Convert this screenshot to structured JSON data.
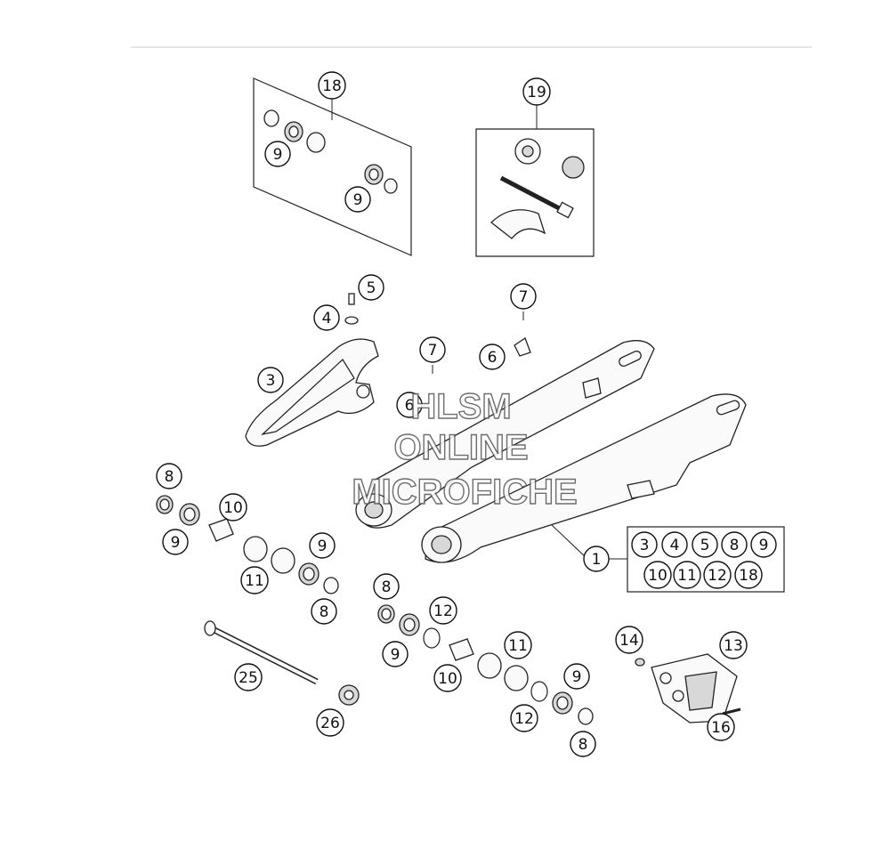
{
  "watermark": {
    "line1": "HLSM",
    "line2": "ONLINE",
    "line3": "MICROFICHE"
  },
  "callouts": [
    {
      "id": "c18a",
      "label": "18"
    },
    {
      "id": "c9a",
      "label": "9"
    },
    {
      "id": "c9b",
      "label": "9"
    },
    {
      "id": "c19",
      "label": "19"
    },
    {
      "id": "c5",
      "label": "5"
    },
    {
      "id": "c4",
      "label": "4"
    },
    {
      "id": "c3",
      "label": "3"
    },
    {
      "id": "c7a",
      "label": "7"
    },
    {
      "id": "c7b",
      "label": "7"
    },
    {
      "id": "c6a",
      "label": "6"
    },
    {
      "id": "c6b",
      "label": "6"
    },
    {
      "id": "c8a",
      "label": "8"
    },
    {
      "id": "c10a",
      "label": "10"
    },
    {
      "id": "c9c",
      "label": "9"
    },
    {
      "id": "c11a",
      "label": "11"
    },
    {
      "id": "c9d",
      "label": "9"
    },
    {
      "id": "c8b",
      "label": "8"
    },
    {
      "id": "c1",
      "label": "1"
    },
    {
      "id": "k3",
      "label": "3"
    },
    {
      "id": "k4",
      "label": "4"
    },
    {
      "id": "k5",
      "label": "5"
    },
    {
      "id": "k8",
      "label": "8"
    },
    {
      "id": "k9",
      "label": "9"
    },
    {
      "id": "k10",
      "label": "10"
    },
    {
      "id": "k11",
      "label": "11"
    },
    {
      "id": "k12",
      "label": "12"
    },
    {
      "id": "k18",
      "label": "18"
    },
    {
      "id": "c8c",
      "label": "8"
    },
    {
      "id": "c12a",
      "label": "12"
    },
    {
      "id": "c9e",
      "label": "9"
    },
    {
      "id": "c10b",
      "label": "10"
    },
    {
      "id": "c11b",
      "label": "11"
    },
    {
      "id": "c9f",
      "label": "9"
    },
    {
      "id": "c12b",
      "label": "12"
    },
    {
      "id": "c8d",
      "label": "8"
    },
    {
      "id": "c25",
      "label": "25"
    },
    {
      "id": "c26",
      "label": "26"
    },
    {
      "id": "c14",
      "label": "14"
    },
    {
      "id": "c13",
      "label": "13"
    },
    {
      "id": "c16",
      "label": "16"
    }
  ]
}
